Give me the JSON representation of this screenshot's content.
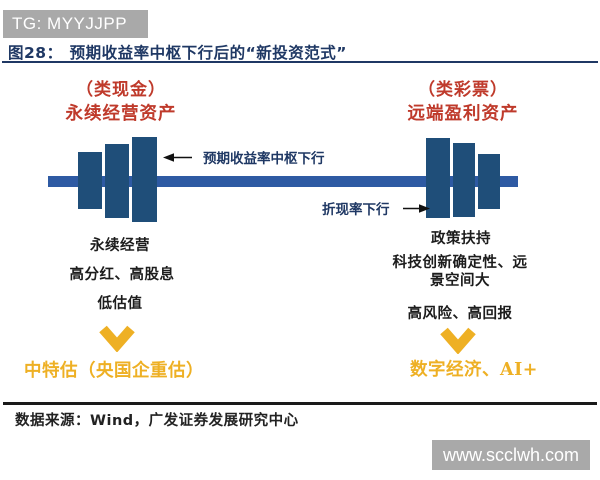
{
  "colors": {
    "navy": "#1f3864",
    "bar_dark": "#1f4e79",
    "bar_light": "#2e5aa3",
    "red": "#bf3a2b",
    "gold": "#eeb024",
    "banner_gray": "#a9a9a9",
    "ink": "#1c1c1c"
  },
  "overlays": {
    "tg_banner": "TG: MYYJJPP",
    "watermark": "www.scclwh.com"
  },
  "figure": {
    "title_prefix": "图28：",
    "title": "预期收益率中枢下行后的“新投资范式”",
    "source": "数据来源：Wind，广发证券发展研究中心"
  },
  "diagram": {
    "left": {
      "tag": "（类现金）",
      "asset": "永续经营资产",
      "traits": [
        "永续经营",
        "高分红、高股息",
        "低估值"
      ],
      "conclusion": "中特估（央国企重估）"
    },
    "right": {
      "tag": "（类彩票）",
      "asset": "远端盈利资产",
      "traits": [
        "政策扶持",
        "科技创新确定性、远景空间大",
        "高风险、高回报"
      ],
      "conclusion": "数字经济、AI+"
    },
    "annotations": {
      "expected_return": "预期收益率中枢下行",
      "discount_rate": "折现率下行"
    }
  }
}
